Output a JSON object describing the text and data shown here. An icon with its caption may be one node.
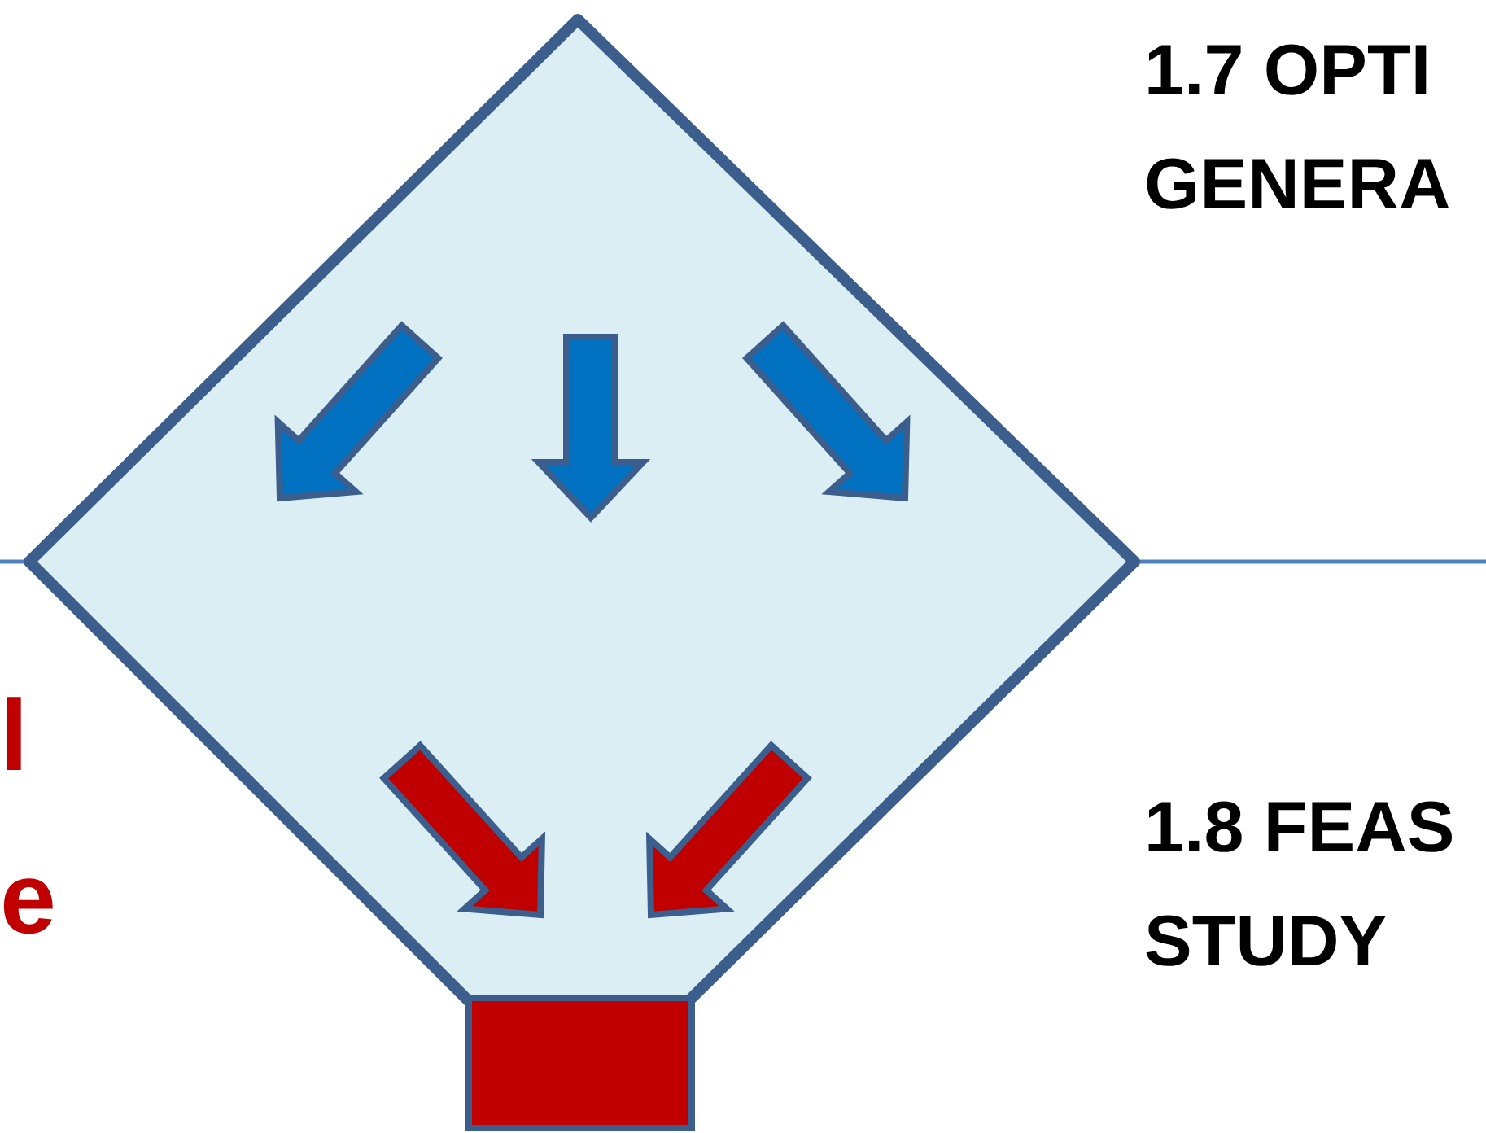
{
  "diagram": {
    "nodes": [
      {
        "text": [],
        "shape": "diamond"
      },
      {
        "text": [],
        "shape": "box"
      }
    ],
    "labels": [
      "1.7 OPTI",
      "GENERA",
      "l",
      "e",
      "1.8 FEAS",
      "STUDY"
    ]
  }
}
